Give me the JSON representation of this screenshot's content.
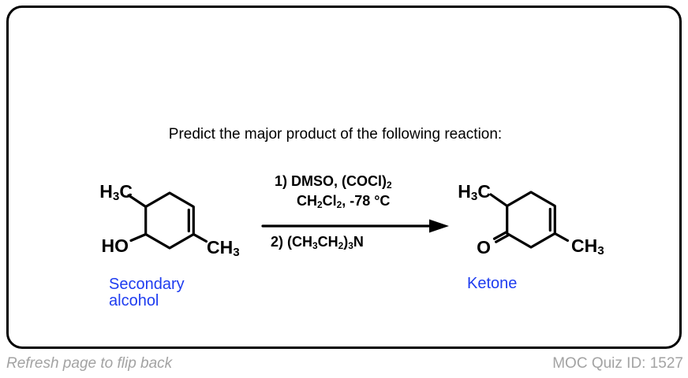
{
  "question": {
    "title": "Predict the major product of the following reaction:"
  },
  "reaction": {
    "reactant": {
      "methyl_top": "H3C",
      "hydroxyl": "HO",
      "methyl_right": "CH3",
      "caption_line1": "Secondary",
      "caption_line2": "alcohol"
    },
    "reagents": {
      "step1": "1) DMSO, (COCl)2",
      "conditions": "CH2Cl2, -78 °C",
      "step2": "2) (CH3CH2)3N"
    },
    "product": {
      "methyl_top": "H3C",
      "oxygen": "O",
      "methyl_right": "CH3",
      "caption": "Ketone"
    }
  },
  "footer": {
    "flip_hint": "Refresh page to flip back",
    "quiz_id": "MOC Quiz ID: 1527"
  },
  "colors": {
    "ink": "#000000",
    "label-blue": "#1e3cf0",
    "footer-gray": "#a3a3a3"
  }
}
